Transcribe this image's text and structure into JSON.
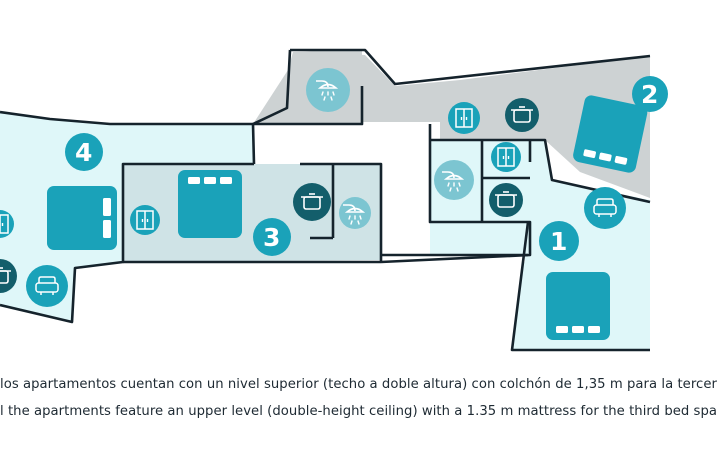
{
  "colors": {
    "wall": "#15232c",
    "room_light": "#dff7f9",
    "room_medium": "#cfe3e6",
    "room_gray": "#cdd2d3",
    "icon_teal": "#1aa2b9",
    "icon_dark": "#135e6b",
    "icon_light_teal": "#7cc5d1",
    "text": "#1e2a33"
  },
  "rooms": [
    {
      "id": "1",
      "label": "1"
    },
    {
      "id": "2",
      "label": "2"
    },
    {
      "id": "3",
      "label": "3"
    },
    {
      "id": "4",
      "label": "4"
    }
  ],
  "icons": [
    "shower-icon",
    "wardrobe-icon",
    "cooking-pot-icon",
    "double-bed-icon",
    "armchair-icon"
  ],
  "captions": {
    "spanish": "los apartamentos cuentan con un nivel superior (techo a doble altura) con colchón de 1,35 m para la tercer",
    "english": "l the apartments feature an upper level (double-height ceiling) with a 1.35 m mattress for the third bed spa"
  }
}
